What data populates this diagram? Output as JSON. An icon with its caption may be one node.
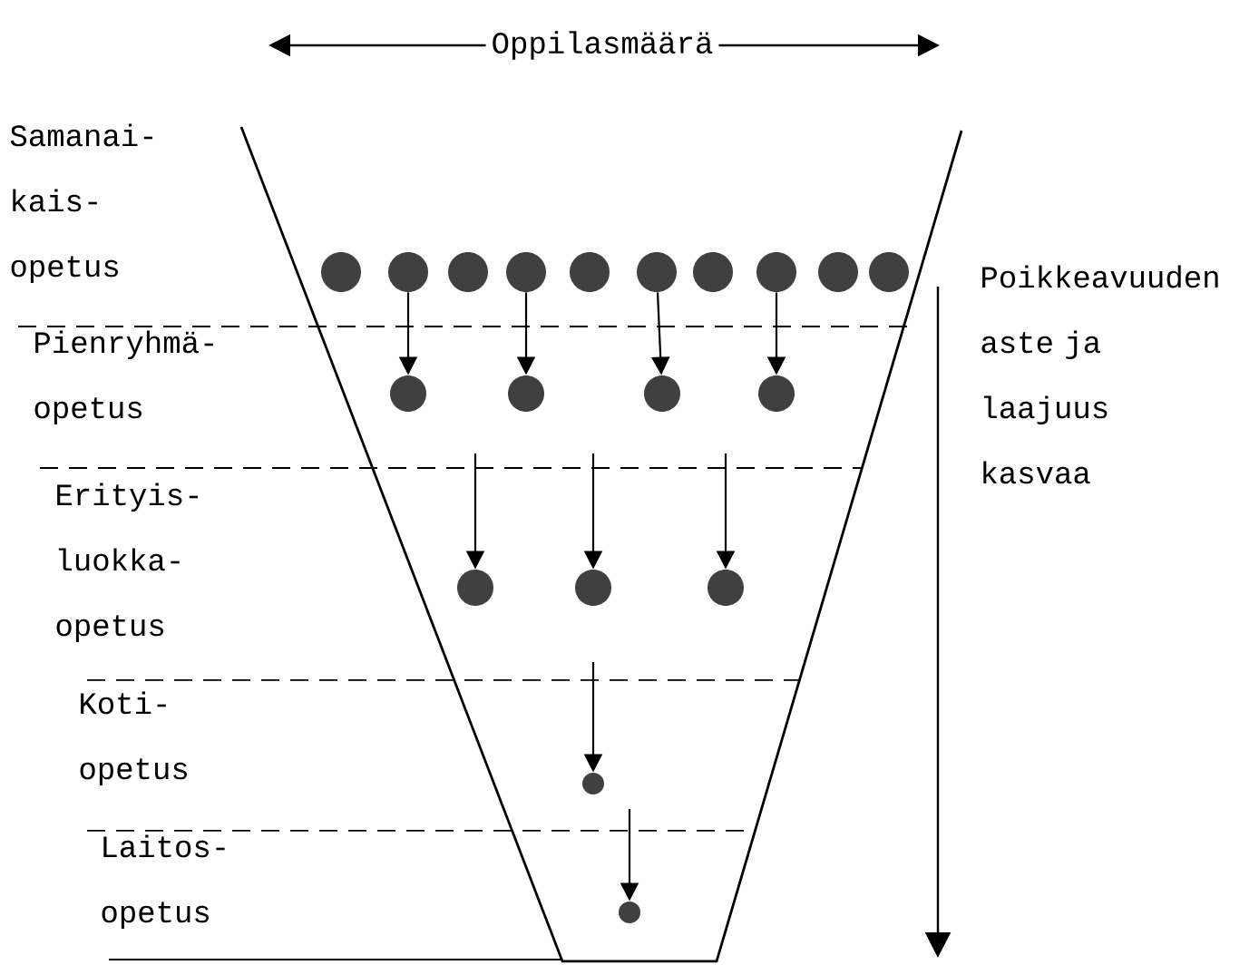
{
  "diagram": {
    "nodes": [
      {
        "text": [],
        "shape": "circle"
      },
      {
        "text": [],
        "shape": "circle"
      },
      {
        "text": [],
        "shape": "circle"
      },
      {
        "text": [],
        "shape": "circle"
      },
      {
        "text": [],
        "shape": "circle"
      },
      {
        "text": [],
        "shape": "circle"
      },
      {
        "text": [],
        "shape": "circle"
      },
      {
        "text": [],
        "shape": "circle"
      },
      {
        "text": [],
        "shape": "circle"
      },
      {
        "text": [],
        "shape": "circle"
      },
      {
        "text": [],
        "shape": "circle"
      },
      {
        "text": [],
        "shape": "circle"
      },
      {
        "text": [],
        "shape": "circle"
      },
      {
        "text": [],
        "shape": "circle"
      },
      {
        "text": [],
        "shape": "circle"
      },
      {
        "text": [],
        "shape": "circle"
      },
      {
        "text": [],
        "shape": "circle"
      },
      {
        "text": [],
        "shape": "circle"
      },
      {
        "text": [],
        "shape": "circle"
      }
    ],
    "edges": [
      {
        "from": 1,
        "to": 10,
        "arrow": "to"
      },
      {
        "from": 3,
        "to": 11,
        "arrow": "to"
      },
      {
        "from": 5,
        "to": 12,
        "arrow": "to"
      },
      {
        "from": 7,
        "to": 13,
        "arrow": "to"
      },
      {
        "from": null,
        "to": 14,
        "arrow": "to"
      },
      {
        "from": null,
        "to": 15,
        "arrow": "to"
      },
      {
        "from": null,
        "to": 16,
        "arrow": "to"
      },
      {
        "from": null,
        "to": 17,
        "arrow": "to"
      },
      {
        "from": null,
        "to": 18,
        "arrow": "to"
      }
    ],
    "labels": [
      "Oppilasmäärä",
      "Samanai- kais- opetus",
      "Poikkeavuuden aste ja laajuus kasvaa",
      "Pienryhmä- opetus",
      "Erityis- luokka- opetus",
      "Koti- opetus",
      "Laitos- opetus"
    ]
  }
}
